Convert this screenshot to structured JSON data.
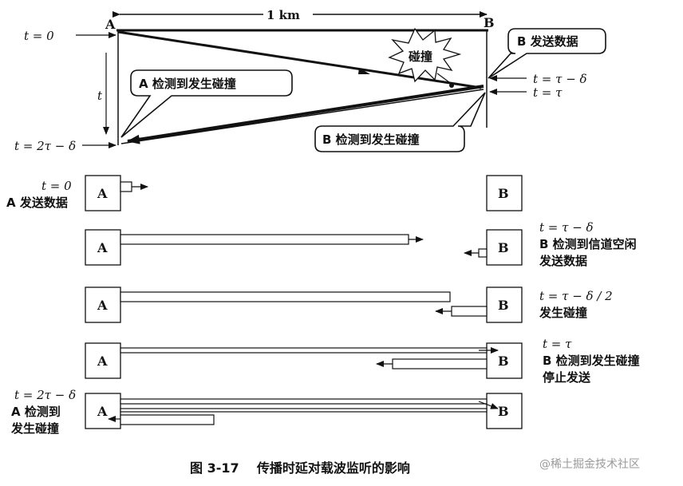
{
  "distance": "1 km",
  "top": {
    "node_a": "A",
    "node_b": "B",
    "t0": "t = 0",
    "t_axis": "t",
    "t_2tau": "t = 2τ − δ",
    "t_tau_minus": "t = τ − δ",
    "t_tau": "t = τ",
    "collision": "碰撞",
    "a_detects": "A 检测到发生碰撞",
    "b_sends": "B 发送数据",
    "b_detects": "B 检测到发生碰撞"
  },
  "rows": [
    {
      "a": "A",
      "b": "B",
      "left": [
        "t = 0",
        "A 发送数据"
      ],
      "right": []
    },
    {
      "a": "A",
      "b": "B",
      "left": [],
      "right": [
        "t = τ − δ",
        "B 检测到信道空闲",
        "发送数据"
      ]
    },
    {
      "a": "A",
      "b": "B",
      "left": [],
      "right": [
        "t = τ − δ / 2",
        "发生碰撞"
      ]
    },
    {
      "a": "A",
      "b": "B",
      "left": [],
      "right": [
        "t = τ",
        "B 检测到发生碰撞",
        "停止发送"
      ]
    },
    {
      "a": "A",
      "b": "B",
      "left": [
        "t = 2τ − δ",
        "A 检测到",
        "发生碰撞"
      ],
      "right": []
    }
  ],
  "caption": "图 3-17    传播时延对载波监听的影响",
  "watermark": "@稀土掘金技术社区"
}
